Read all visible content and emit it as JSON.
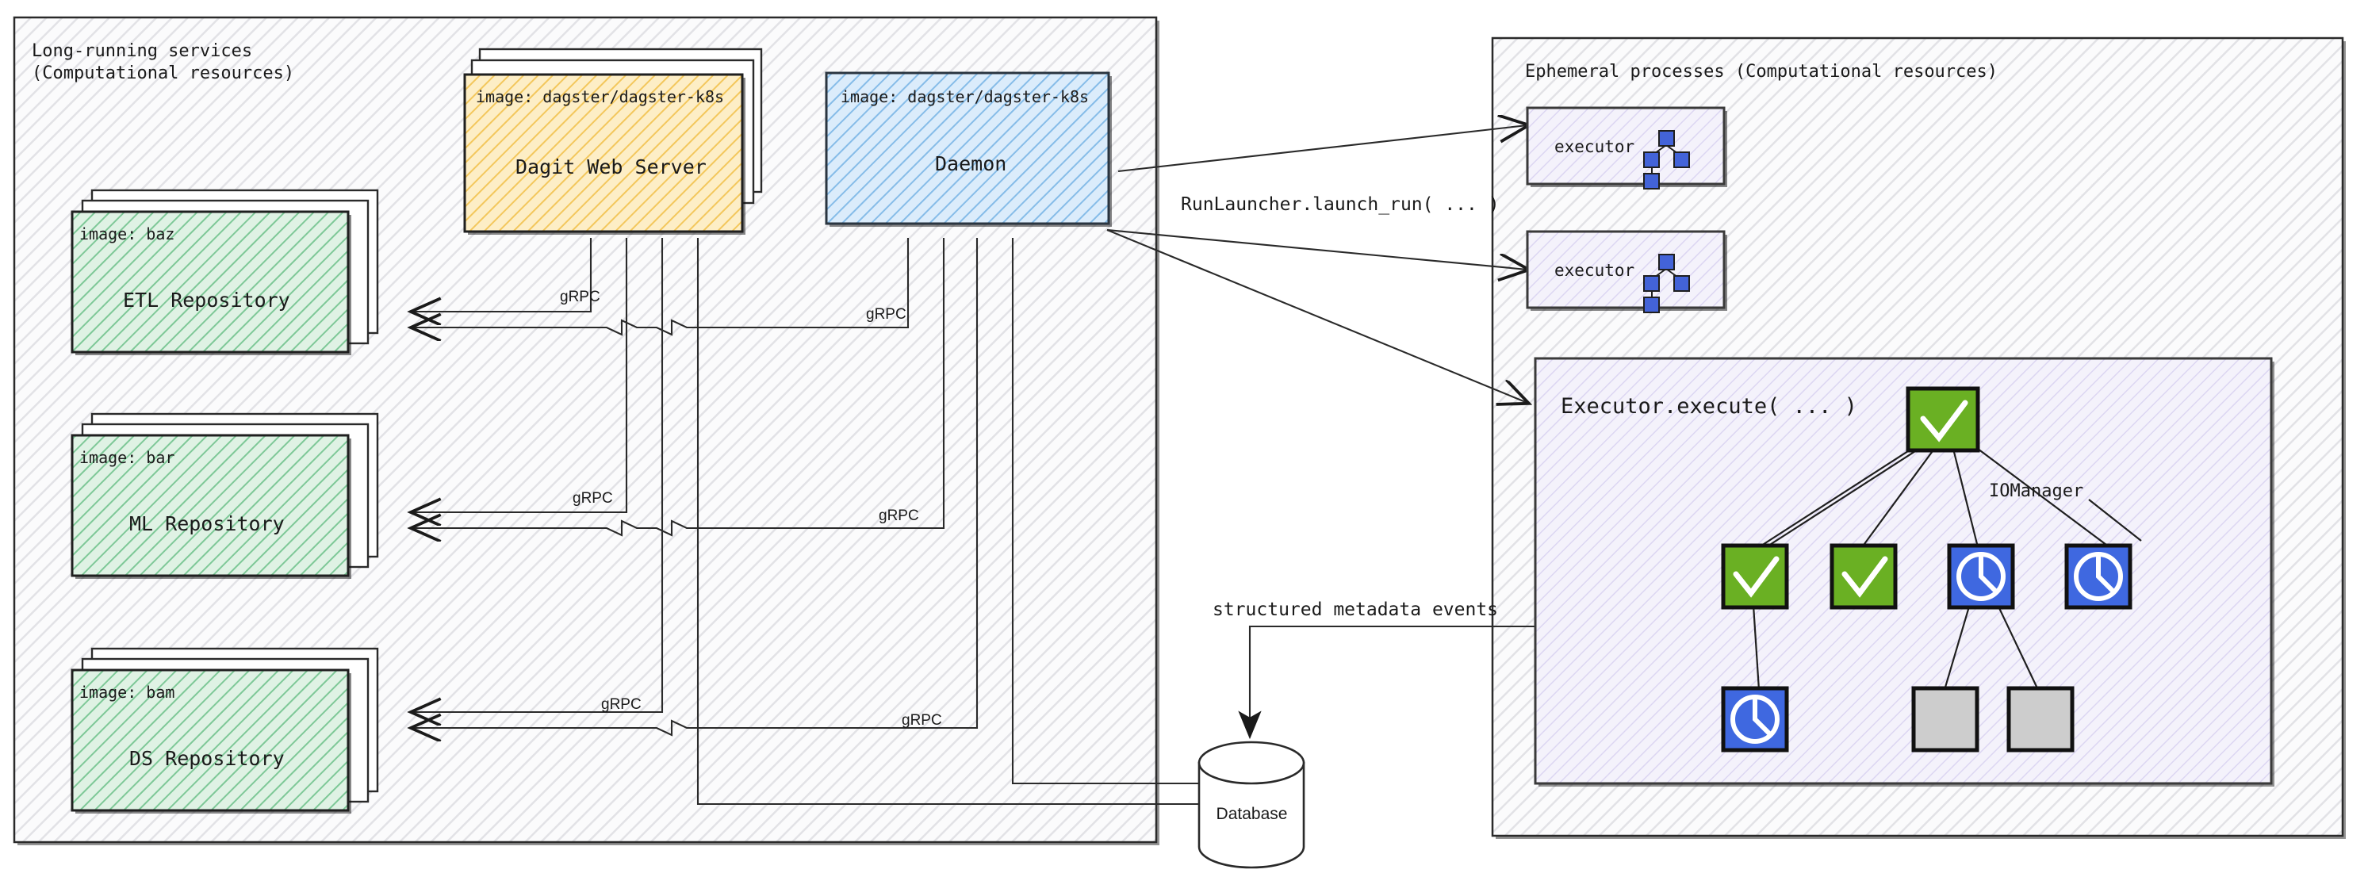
{
  "panels": {
    "left": {
      "title_line1": "Long-running services",
      "title_line2": "(Computational resources)"
    },
    "right": {
      "title": "Ephemeral processes (Computational resources)"
    }
  },
  "services": {
    "dagit": {
      "image": "image: dagster/dagster-k8s",
      "name": "Dagit Web Server",
      "fill": "#f6cd6e"
    },
    "daemon": {
      "image": "image: dagster/dagster-k8s",
      "name": "Daemon",
      "fill": "#7eb6e8"
    }
  },
  "repositories": [
    {
      "image": "image: baz",
      "name": "ETL Repository",
      "fill": "#73c793"
    },
    {
      "image": "image: bar",
      "name": "ML Repository",
      "fill": "#73c793"
    },
    {
      "image": "image: bam",
      "name": "DS Repository",
      "fill": "#73c793"
    }
  ],
  "executors": [
    {
      "label": "executor",
      "icon": "dag-icon"
    },
    {
      "label": "executor",
      "icon": "dag-icon"
    }
  ],
  "execute_panel": {
    "title": "Executor.execute( ... )",
    "iomanager_label": "IOManager",
    "nodes": [
      {
        "id": "root",
        "status": "success",
        "icon": "check-icon"
      },
      {
        "id": "c1",
        "status": "success",
        "icon": "check-icon"
      },
      {
        "id": "c2",
        "status": "success",
        "icon": "check-icon"
      },
      {
        "id": "c3",
        "status": "running",
        "icon": "clock-icon"
      },
      {
        "id": "c4",
        "status": "running",
        "icon": "clock-icon"
      },
      {
        "id": "g1",
        "status": "running",
        "icon": "clock-icon"
      },
      {
        "id": "g2",
        "status": "pending",
        "icon": "blank-icon"
      },
      {
        "id": "g3",
        "status": "pending",
        "icon": "blank-icon"
      }
    ]
  },
  "database": {
    "label": "Database"
  },
  "edge_labels": {
    "grpc": "gRPC",
    "run_launcher": "RunLauncher.launch_run( ... )",
    "metadata": "structured metadata events"
  },
  "colors": {
    "success": "#6ab023",
    "running": "#3f68e0",
    "pending": "#cccccc",
    "repository": "#73c793",
    "dagit": "#f6cd6e",
    "daemon": "#7eb6e8",
    "executor": "#e3e0f5",
    "stroke": "#1a1a1a"
  }
}
